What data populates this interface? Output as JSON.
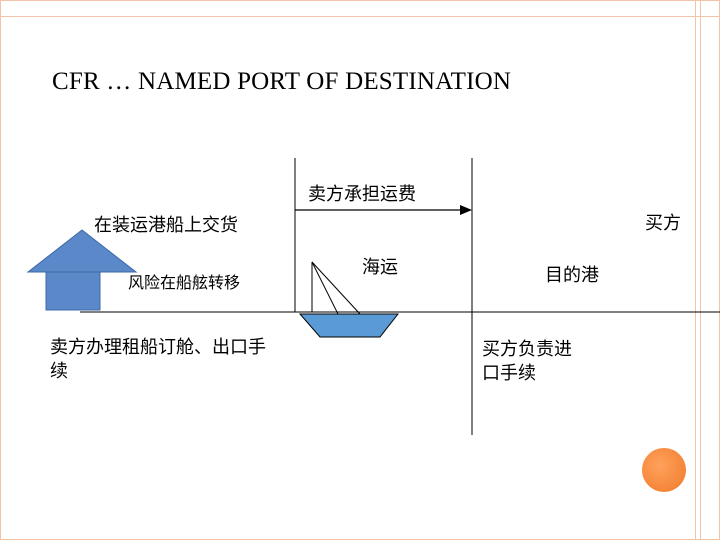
{
  "title": "CFR … NAMED PORT OF DESTINATION",
  "labels": {
    "seller_freight": "卖方承担运费",
    "deliver_on_board": "在装运港船上交货",
    "buyer": "买方",
    "risk_transfer": "风险在船舷转移",
    "sea_transport": "海运",
    "destination_port": "目的港",
    "seller_duties": "卖方办理租船订舱、出口手续",
    "buyer_duties": "买方负责进口手续"
  },
  "colors": {
    "house_roof": "#5a88c8",
    "house_body": "#5a88c8",
    "ship_hull": "#5b9bd5",
    "frame": "#f3c4a8",
    "accent_circle": "#f28030"
  }
}
